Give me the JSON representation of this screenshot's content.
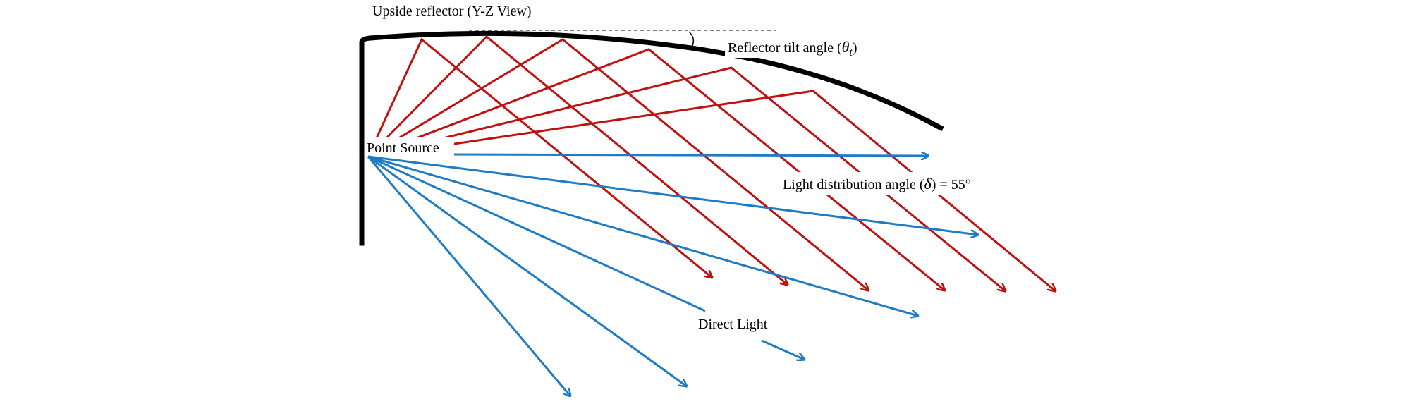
{
  "labels": {
    "title": "Upside reflector (Y-Z View)",
    "tilt_prefix": "Reflector tilt angle (",
    "tilt_symbol": "θ",
    "tilt_subscript": "t",
    "tilt_suffix": ")",
    "point_source": "Point Source",
    "distribution_prefix": "Light distribution angle (",
    "distribution_symbol": "δ",
    "distribution_suffix": ")",
    "distribution_value": " = 55°",
    "direct_light": "Direct Light"
  },
  "colors": {
    "reflector": "#000000",
    "reflected_ray": "#c01010",
    "direct_ray": "#1e7bc4",
    "reference_line": "#000000"
  }
}
